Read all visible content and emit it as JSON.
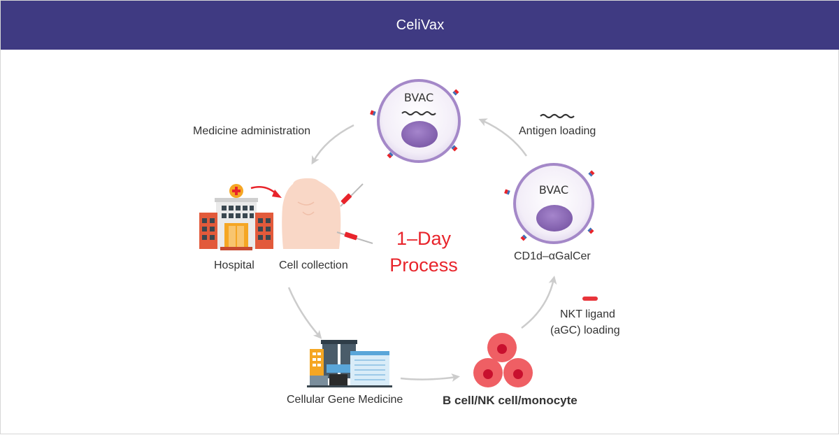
{
  "header": {
    "title": "CeliVax"
  },
  "cycle": {
    "bvac_top_label": "BVAC",
    "bvac_right_label": "BVAC",
    "medicine_administration": "Medicine administration",
    "antigen_loading": "Antigen loading",
    "hospital": "Hospital",
    "cell_collection": "Cell collection",
    "process_line1": "1–Day",
    "process_line2": "Process",
    "cd1d_label": "CD1d–αGalCer",
    "nkt_line1": "NKT ligand",
    "nkt_line2": "(aGC) loading",
    "cellular_gene_medicine": "Cellular Gene Medicine",
    "b_cell_label": "B cell/NK cell/monocyte"
  },
  "colors": {
    "header_bg": "#3f3a82",
    "accent_red": "#e8242b",
    "bvac_purple": "#8b6bb3",
    "arrow_gray": "#cccccc"
  }
}
